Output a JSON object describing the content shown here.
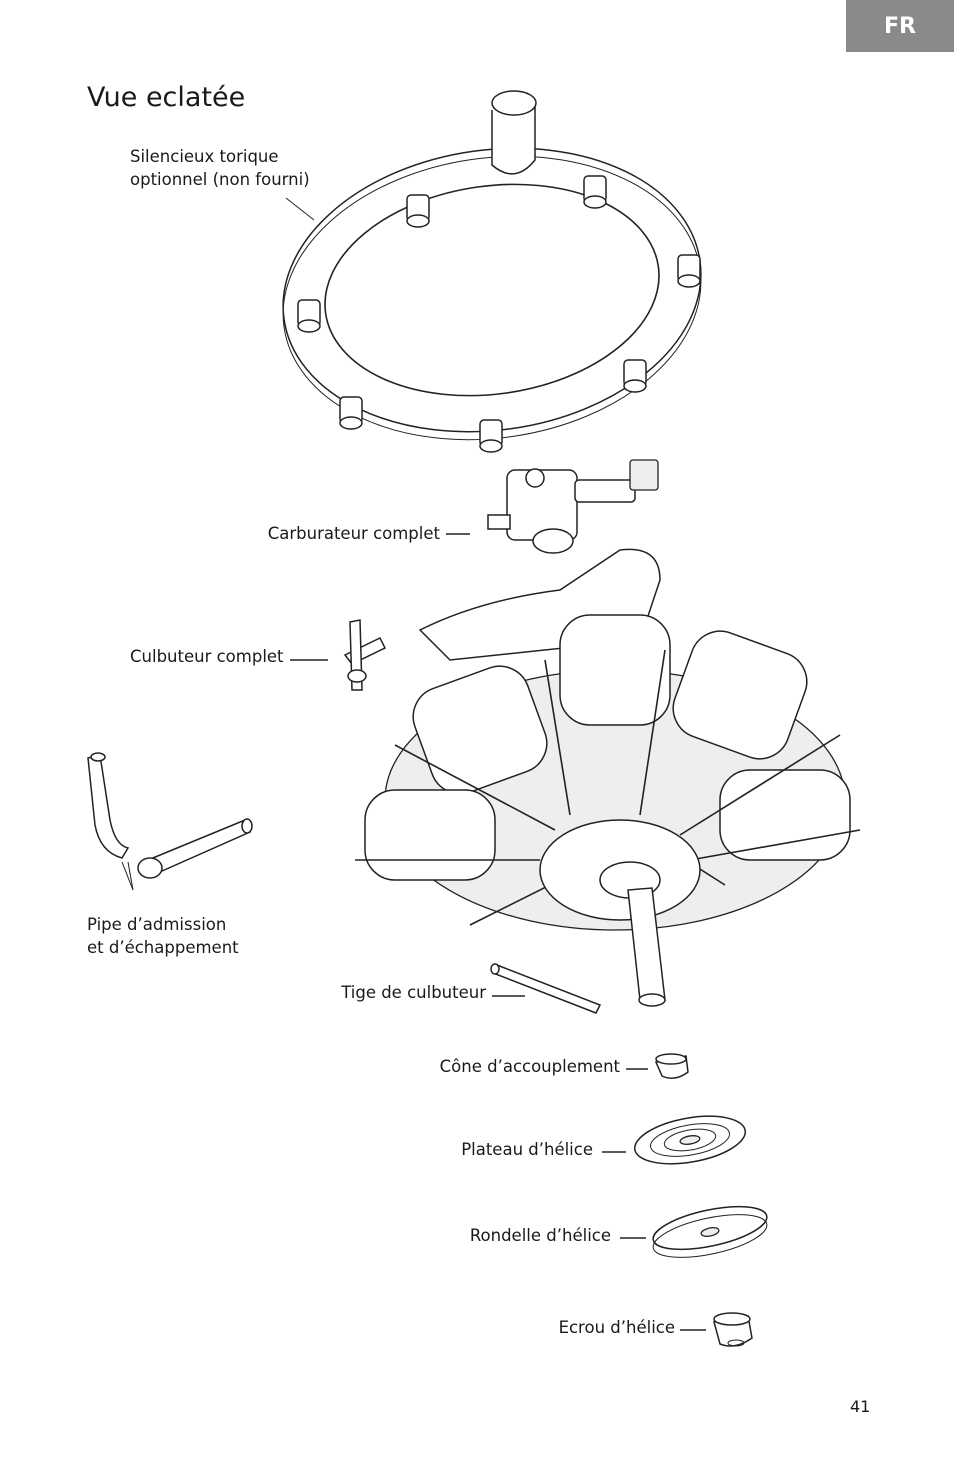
{
  "lang_tab": "FR",
  "page_title": "Vue eclatée",
  "labels": {
    "muffler_line1": "Silencieux torique",
    "muffler_line2": "optionnel (non fourni)",
    "carburetor": "Carburateur complet",
    "rocker": "Culbuteur complet",
    "pipes_line1": "Pipe d’admission",
    "pipes_line2": "et d’échappement",
    "pushrod": "Tige de culbuteur",
    "cone": "Cône d’accouplement",
    "prop_plate": "Plateau d’hélice",
    "prop_washer": "Rondelle d’hélice",
    "prop_nut": "Ecrou d’hélice"
  },
  "page_number": "41"
}
